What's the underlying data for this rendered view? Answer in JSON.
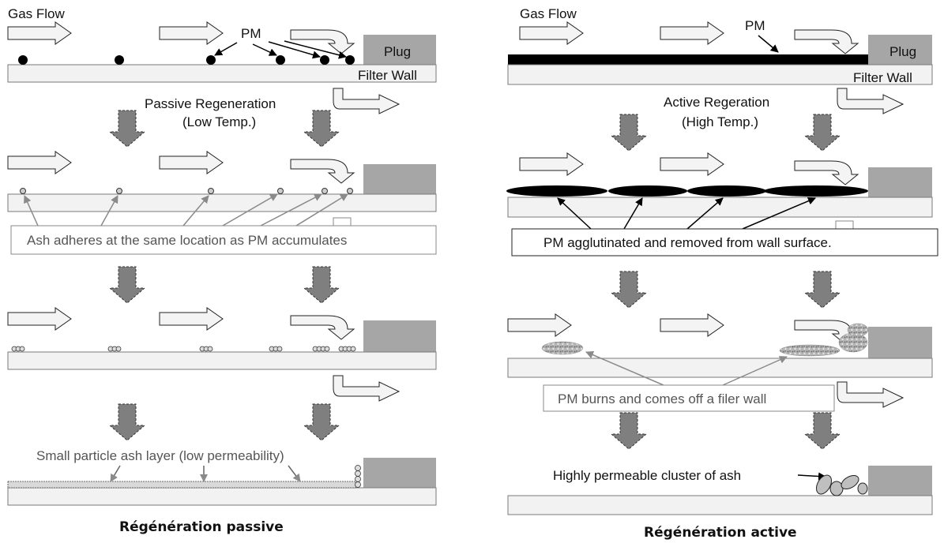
{
  "passive": {
    "gas_flow": "Gas Flow",
    "pm": "PM",
    "plug": "Plug",
    "filter_wall": "Filter Wall",
    "stage_title_1": "Passive Regeneration",
    "stage_title_2": "(Low Temp.)",
    "ash_note": "Ash adheres at the same location as PM accumulates",
    "layer_note": "Small particle ash layer (low permeability)",
    "caption": "Régénération passive"
  },
  "active": {
    "gas_flow": "Gas Flow",
    "pm": "PM",
    "plug": "Plug",
    "filter_wall": "Filter Wall",
    "stage_title_1": "Active Regeration",
    "stage_title_2": "(High Temp.)",
    "agglutinated_note": "PM agglutinated and removed from wall surface.",
    "burn_note": "PM burns and comes off a filer wall",
    "cluster_note": "Highly permeable cluster of ash",
    "caption": "Régénération active"
  },
  "colors": {
    "plug": "#a6a6a6",
    "wall_fill": "#f2f2f2",
    "process_arrow": "#7f7f7f",
    "pm_black": "#000000"
  }
}
